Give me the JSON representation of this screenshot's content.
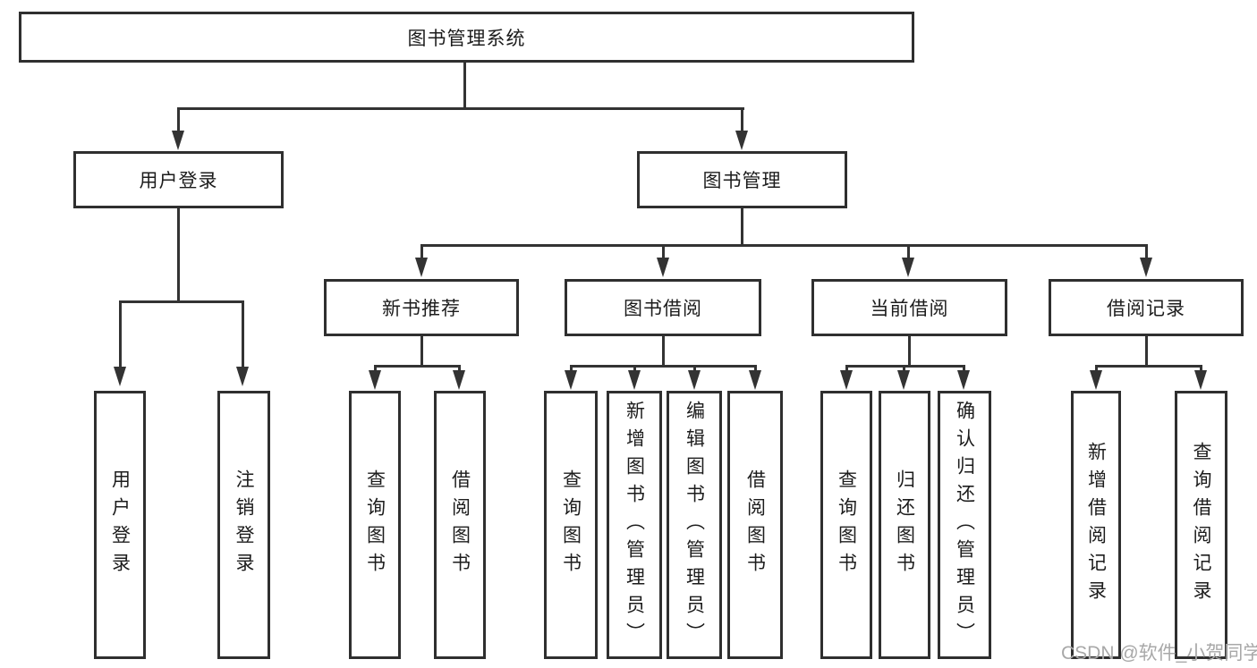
{
  "tree": {
    "root": "图书管理系统",
    "branches": [
      {
        "label": "用户登录",
        "leaves": [
          "用户登录",
          "注销登录"
        ]
      },
      {
        "label": "图书管理",
        "groups": [
          {
            "label": "新书推荐",
            "leaves": [
              "查询图书",
              "借阅图书"
            ]
          },
          {
            "label": "图书借阅",
            "leaves": [
              "查询图书",
              "新增图书（管理员）",
              "编辑图书（管理员）",
              "借阅图书"
            ]
          },
          {
            "label": "当前借阅",
            "leaves": [
              "查询图书",
              "归还图书",
              "确认归还（管理员）"
            ]
          },
          {
            "label": "借阅记录",
            "leaves": [
              "新增借阅记录",
              "查询借阅记录"
            ]
          }
        ]
      }
    ]
  },
  "watermark": "CSDN @软件_小贺同学",
  "colors": {
    "line": "#333333",
    "box_border": "#2f2f2f",
    "text": "#1c1c1c",
    "watermark": "#a8a8a8",
    "background": "#ffffff"
  }
}
